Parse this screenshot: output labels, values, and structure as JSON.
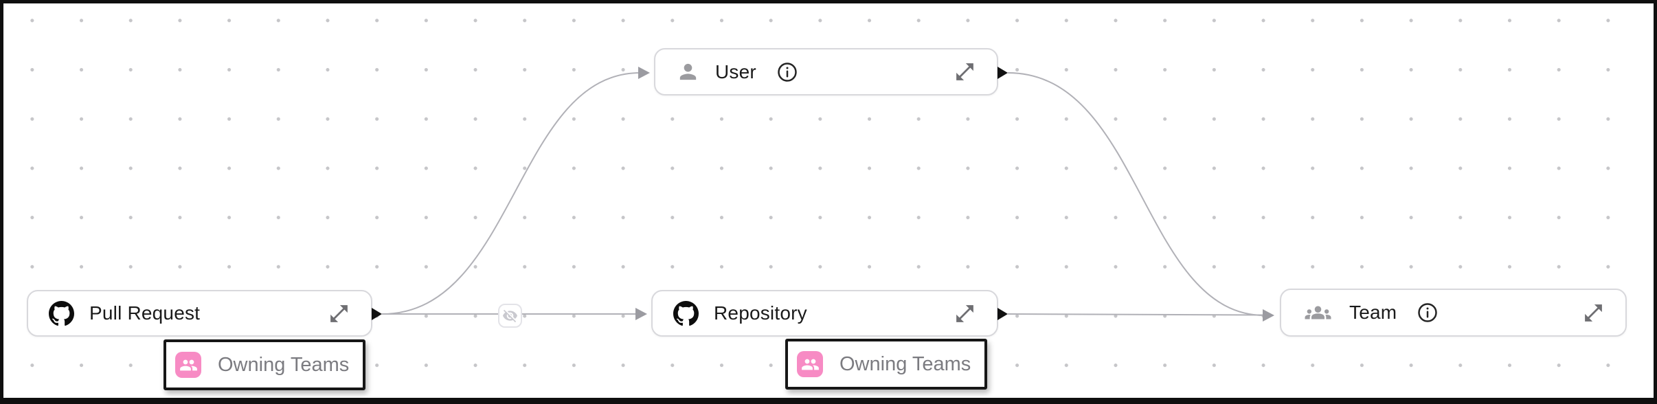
{
  "diagram": {
    "nodes": [
      {
        "label": "Pull Request",
        "icon": "github-icon",
        "has_info": false
      },
      {
        "label": "User",
        "icon": "person-icon",
        "has_info": true
      },
      {
        "label": "Repository",
        "icon": "github-icon",
        "has_info": false
      },
      {
        "label": "Team",
        "icon": "groups-icon",
        "has_info": true
      }
    ],
    "edge_labels": [
      {
        "label": "Owning Teams",
        "icon": "people-icon",
        "attached_between": "Pull Request and Repository"
      },
      {
        "label": "Owning Teams",
        "icon": "people-icon",
        "attached_between": "Repository and Team"
      }
    ],
    "edges": [
      {
        "from": "Pull Request",
        "to": "User",
        "style": "curved"
      },
      {
        "from": "Pull Request",
        "to": "Repository",
        "style": "straight",
        "midpoint_icon": "eye-off-icon"
      },
      {
        "from": "User",
        "to": "Team",
        "style": "curved"
      },
      {
        "from": "Repository",
        "to": "Team",
        "style": "straight"
      }
    ],
    "colors": {
      "edge": "#b1b1b7",
      "arrow": "#9b9ba1",
      "source_handle": "#111111",
      "node_border": "#d8d8dc",
      "node_text": "#1a1a1a",
      "badge_border": "#161616",
      "badge_text": "#7b7b80",
      "badge_icon_bg": "#f78bc4",
      "frame": "#0f0f0f",
      "grid_dot": "#c6c6c9"
    }
  }
}
